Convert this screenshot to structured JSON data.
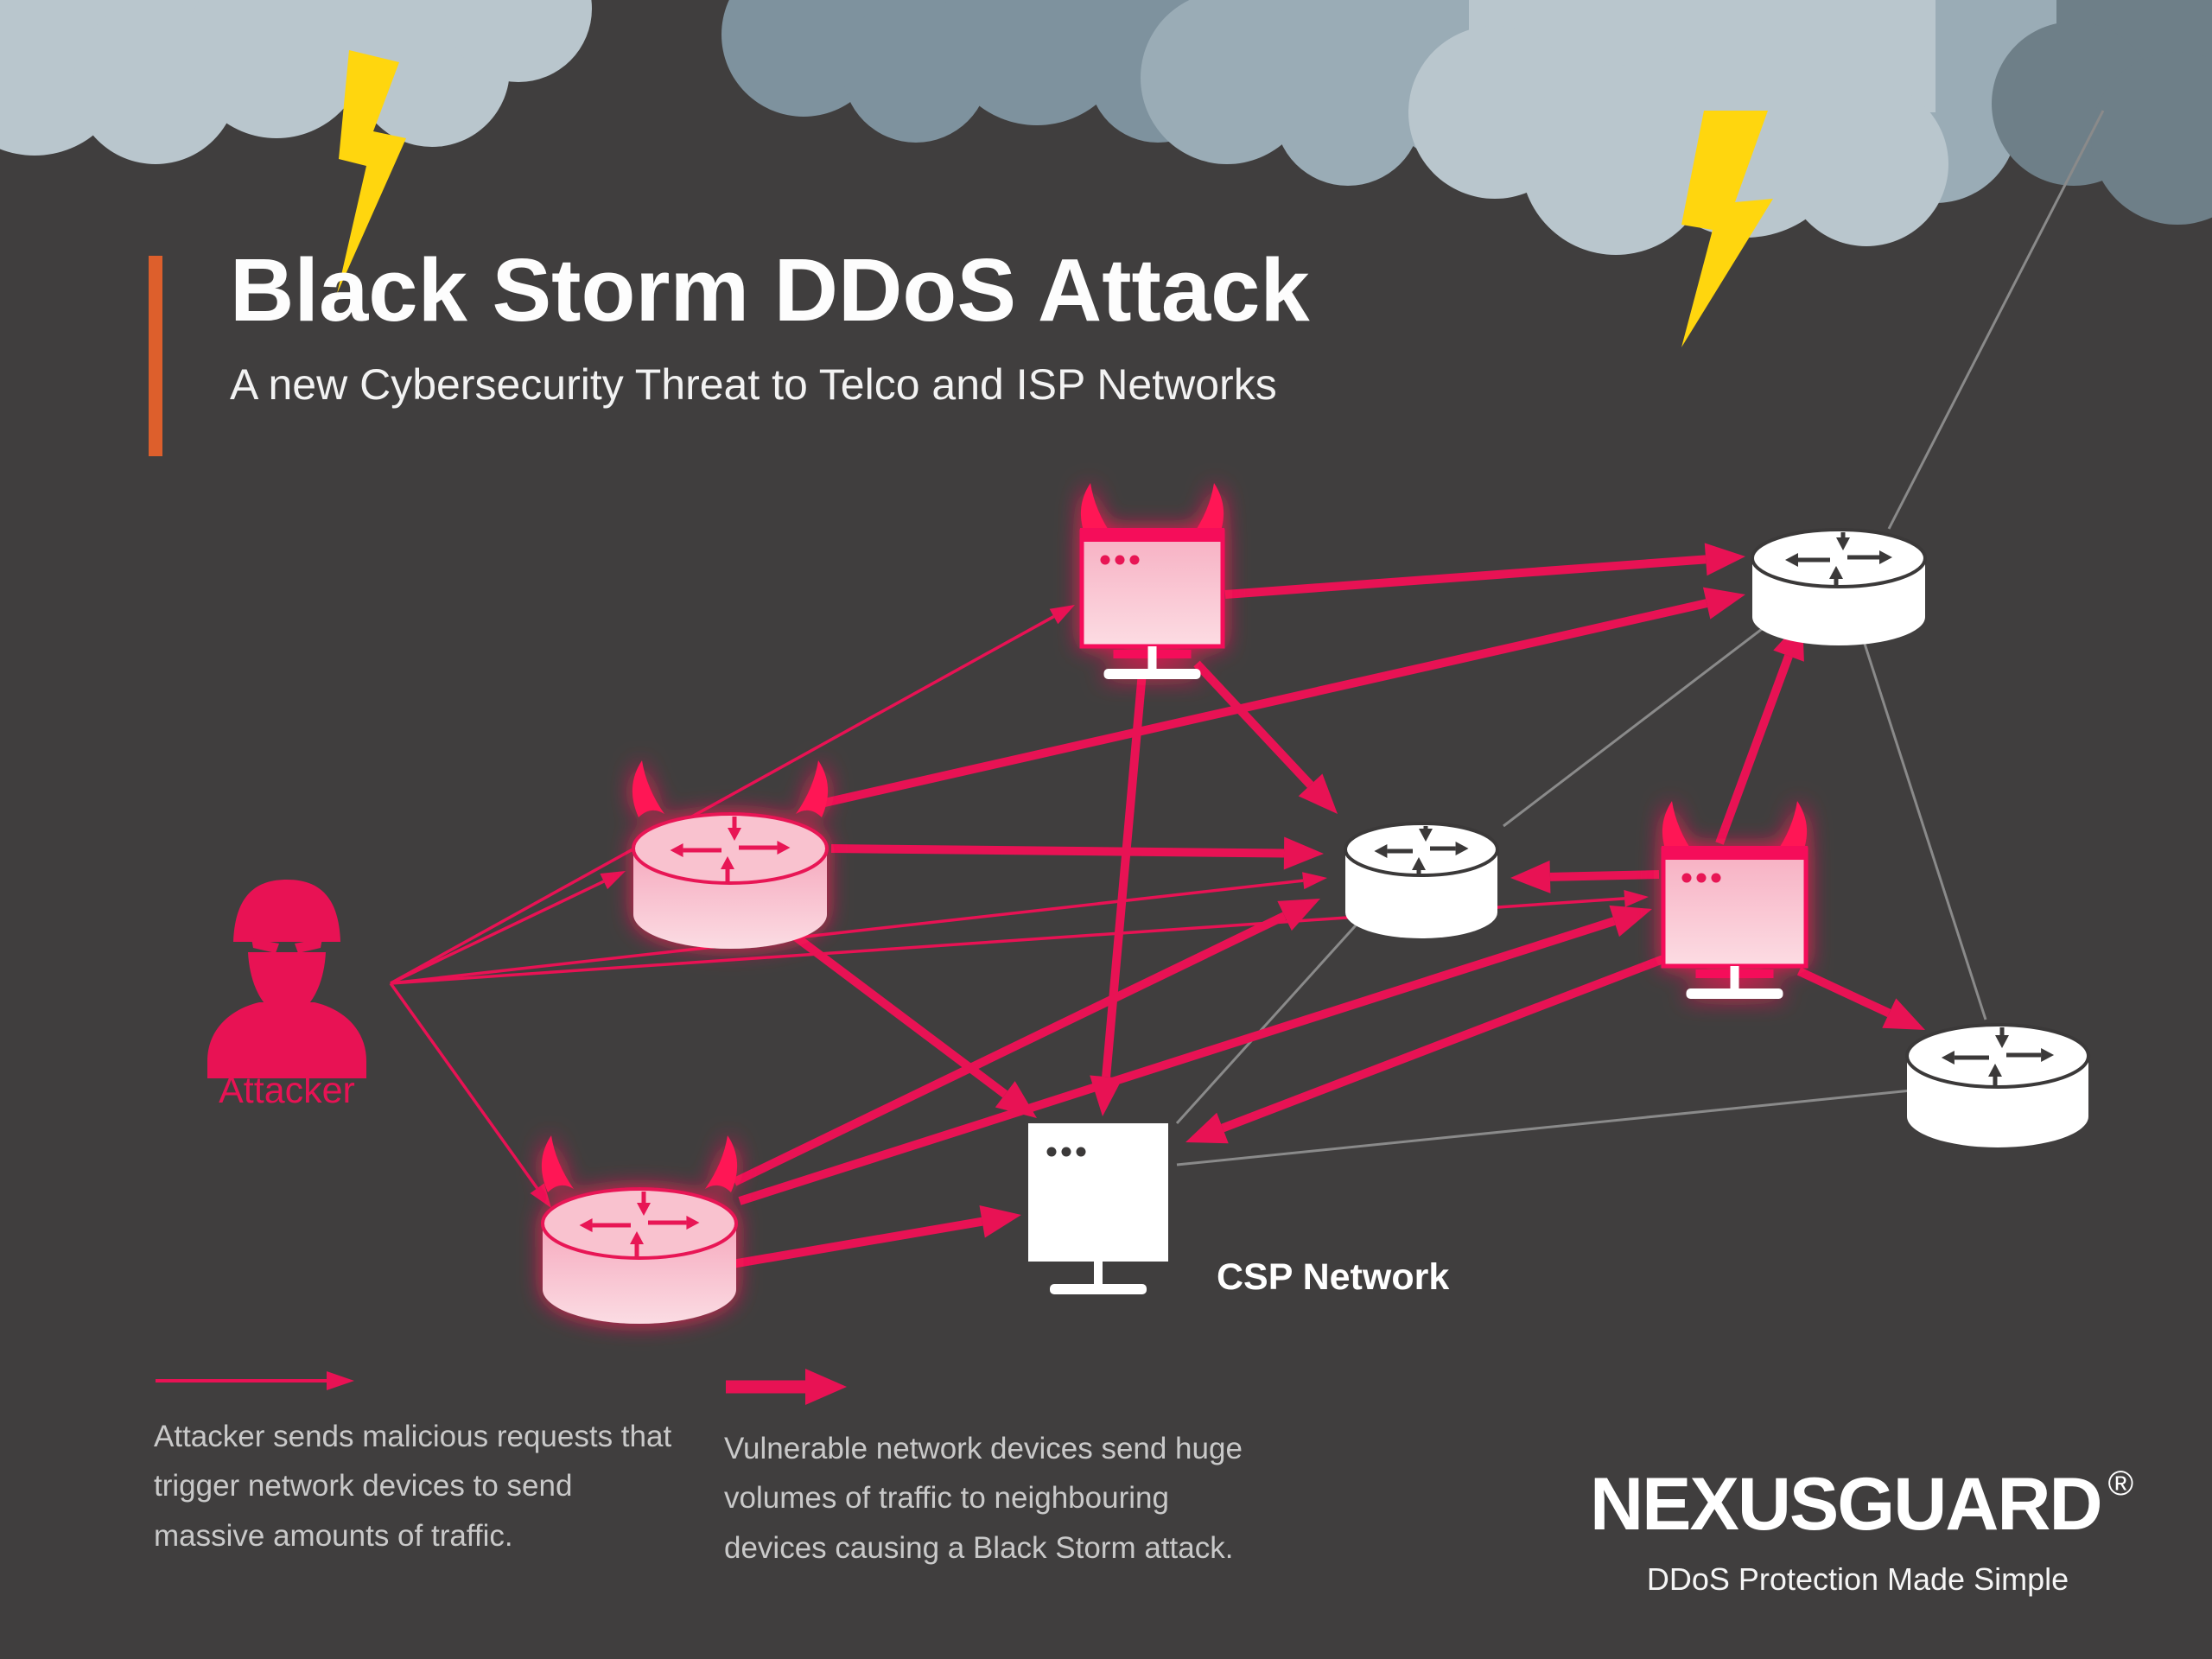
{
  "header": {
    "title": "Black Storm DDoS Attack",
    "subtitle": "A new Cybersecurity Threat to Telco and ISP Networks"
  },
  "diagram": {
    "attacker_label": "Attacker",
    "network_label": "CSP Network",
    "nodes": [
      {
        "id": "attacker",
        "kind": "attacker",
        "compromised": true
      },
      {
        "id": "monitor-top",
        "kind": "monitor",
        "compromised": true
      },
      {
        "id": "router-mid-left",
        "kind": "router",
        "compromised": true
      },
      {
        "id": "router-bottom-left",
        "kind": "router",
        "compromised": true
      },
      {
        "id": "router-center",
        "kind": "router",
        "compromised": false
      },
      {
        "id": "monitor-right",
        "kind": "monitor",
        "compromised": true
      },
      {
        "id": "router-top-right",
        "kind": "router",
        "compromised": false
      },
      {
        "id": "router-bottom-right",
        "kind": "router",
        "compromised": false
      },
      {
        "id": "monitor-center",
        "kind": "monitor",
        "compromised": false
      }
    ],
    "edges": [
      {
        "from": "attacker",
        "to": "monitor-top",
        "style": "attack-request"
      },
      {
        "from": "attacker",
        "to": "router-mid-left",
        "style": "attack-request"
      },
      {
        "from": "attacker",
        "to": "router-bottom-left",
        "style": "attack-request"
      },
      {
        "from": "attacker",
        "to": "router-center",
        "style": "attack-request"
      },
      {
        "from": "attacker",
        "to": "monitor-right",
        "style": "attack-request"
      },
      {
        "from": "monitor-top",
        "to": "router-top-right",
        "style": "traffic-flood"
      },
      {
        "from": "monitor-top",
        "to": "router-center",
        "style": "traffic-flood"
      },
      {
        "from": "monitor-top",
        "to": "monitor-center",
        "style": "traffic-flood"
      },
      {
        "from": "router-mid-left",
        "to": "router-top-right",
        "style": "traffic-flood"
      },
      {
        "from": "router-mid-left",
        "to": "router-center",
        "style": "traffic-flood"
      },
      {
        "from": "router-mid-left",
        "to": "monitor-center",
        "style": "traffic-flood"
      },
      {
        "from": "router-bottom-left",
        "to": "router-center",
        "style": "traffic-flood"
      },
      {
        "from": "router-bottom-left",
        "to": "monitor-right",
        "style": "traffic-flood"
      },
      {
        "from": "router-bottom-left",
        "to": "monitor-center",
        "style": "traffic-flood"
      },
      {
        "from": "monitor-right",
        "to": "router-center",
        "style": "traffic-flood"
      },
      {
        "from": "monitor-right",
        "to": "router-top-right",
        "style": "traffic-flood"
      },
      {
        "from": "monitor-right",
        "to": "monitor-center",
        "style": "traffic-flood"
      },
      {
        "from": "monitor-right",
        "to": "router-bottom-right",
        "style": "traffic-flood"
      },
      {
        "from": "router-top-right",
        "to": "router-bottom-right",
        "style": "peer-link"
      },
      {
        "from": "router-top-right",
        "to": "router-center",
        "style": "peer-link"
      },
      {
        "from": "monitor-center",
        "to": "router-bottom-right",
        "style": "peer-link"
      },
      {
        "from": "router-center",
        "to": "monitor-center",
        "style": "peer-link"
      },
      {
        "from": "router-top-right",
        "to": "sky",
        "style": "peer-link"
      }
    ]
  },
  "legend": [
    {
      "symbol": "thin-arrow",
      "text": "Attacker sends malicious requests that trigger network devices to send massive amounts of traffic."
    },
    {
      "symbol": "thick-arrow",
      "text": "Vulnerable network devices send huge volumes of traffic to neighbouring devices causing a Black Storm attack."
    }
  ],
  "brand": {
    "name": "NEXUSGUARD",
    "registered": "®",
    "tagline": "DDoS Protection Made Simple"
  },
  "colors": {
    "background": "#403E3E",
    "accent_bar": "#DD5F2C",
    "attack": "#E81254",
    "glow": "#FF1254",
    "device_pink": "#F9C2CF",
    "device_pink_dark": "#F6A9BE",
    "white_device": "#FFFFFF",
    "dark_detail": "#3B3939",
    "link_gray": "#8A8A8A",
    "lightning": "#FFD60E",
    "cloud_light": "#B9C6CD",
    "cloud_mid": "#9AACB6",
    "cloud_dark": "#7E929E",
    "cloud_darkest": "#6E7F88",
    "legend_text": "#C9C9C9"
  }
}
